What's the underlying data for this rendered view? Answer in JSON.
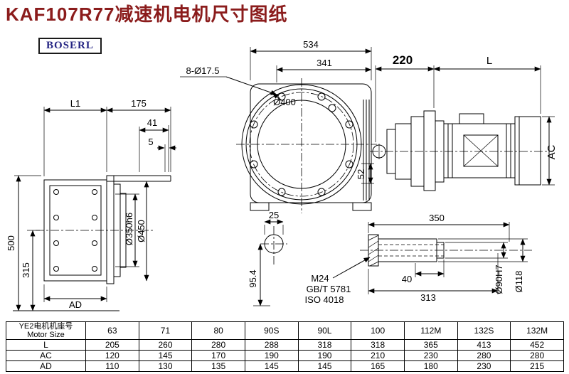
{
  "page": {
    "title": "KAF107R77减速机电机尺寸图纸",
    "brand": "BOSERL"
  },
  "colors": {
    "title_accent": "#8b1c1c",
    "brand_text": "#242483",
    "line": "#000000"
  },
  "views": {
    "left": {
      "dim_L1": "L1",
      "dim_175": "175",
      "dim_41": "41",
      "dim_5": "5",
      "dim_500": "500",
      "dim_315": "315",
      "dim_AD": "AD",
      "dim_d350": "Ø350h6",
      "dim_d450": "Ø450"
    },
    "front": {
      "dim_534": "534",
      "dim_341": "341",
      "dim_bolt_holes": "8-Ø17.5",
      "dim_d400": "Ø400",
      "dim_52": "52",
      "dim_25": "25",
      "dim_95_4": "95.4",
      "label_M24": "M24",
      "label_gbt": "GB/T 5781",
      "label_iso": "ISO 4018"
    },
    "side": {
      "dim_220": "220",
      "dim_L": "L",
      "dim_AC": "AC",
      "dim_350": "350",
      "dim_40": "40",
      "dim_313": "313",
      "dim_d90": "Ø90H7",
      "dim_d118": "Ø118"
    }
  },
  "table": {
    "header_cn": "YE2电机机座号",
    "header_en": "Motor Size",
    "columns": [
      "63",
      "71",
      "80",
      "90S",
      "90L",
      "100",
      "112M",
      "132S",
      "132M"
    ],
    "rows": [
      {
        "label": "L",
        "values": [
          "205",
          "260",
          "280",
          "288",
          "318",
          "318",
          "365",
          "413",
          "452"
        ]
      },
      {
        "label": "AC",
        "values": [
          "120",
          "145",
          "170",
          "190",
          "190",
          "210",
          "230",
          "280",
          "280"
        ]
      },
      {
        "label": "AD",
        "values": [
          "110",
          "130",
          "135",
          "145",
          "145",
          "165",
          "180",
          "230",
          "215"
        ]
      }
    ]
  }
}
